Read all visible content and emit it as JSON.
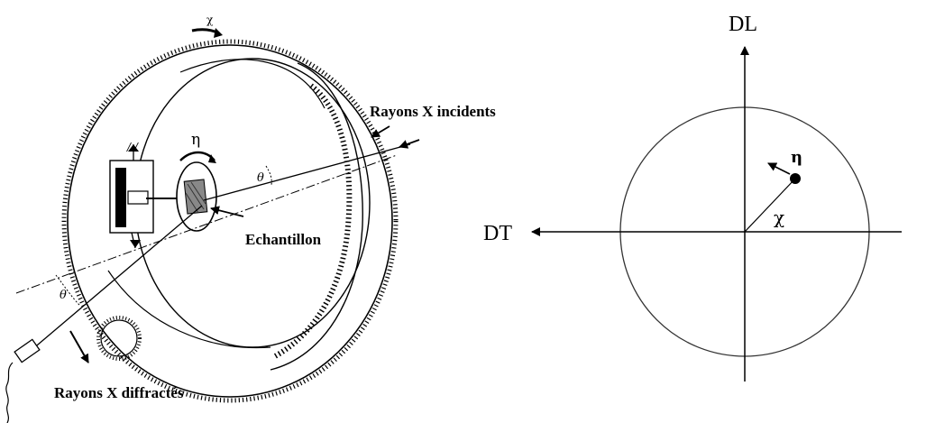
{
  "left_figure": {
    "label_incident": "Rayons X incidents",
    "label_diffracted": "Rayons X diffractés",
    "label_sample": "Echantillon",
    "symbol_chi": "χ",
    "symbol_eta": "η",
    "symbol_theta": "θ",
    "symbol_theta_lower": "θ"
  },
  "right_figure": {
    "axis_dl": "DL",
    "axis_dt": "DT",
    "symbol_eta": "η",
    "symbol_chi": "χ"
  }
}
